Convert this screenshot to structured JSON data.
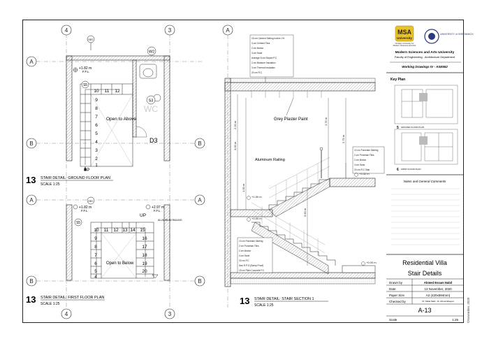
{
  "university": {
    "logo_text": "MSA",
    "logo_sub": "University",
    "logo_caption1": "October University for",
    "logo_caption2": "Modern Sciences and Arts",
    "partner": "UNIVERSITY of GREENWICH",
    "name": "Modern Sciences and Arts University",
    "faculty": "Faculty of Engineering - Architecture Department",
    "course": "Working Drawings IV - ASE552"
  },
  "key_plan": {
    "title": "Key Plan",
    "label_5": "5",
    "label_6": "6",
    "caption_5": "GROUND FLOOR PLAN",
    "caption_6": "FIRST FLOOR PLAN"
  },
  "notes_title": "Notes and General Comments",
  "project": {
    "name": "Residential Villa",
    "sheet_title": "Stair Details",
    "drawn_by_label": "Drawn by",
    "drawn_by": "Ahmed Essam Nabil",
    "date_label": "Date",
    "date": "13 November, 2020",
    "paper_label": "Paper Size",
    "paper": "A2 (420x594mm)",
    "checked_label": "Checked by",
    "checked": "Dr. Nahla Nabil - Dr. Ahmed Elsayed",
    "sheet_no": "A-13",
    "scale_label": "Scale",
    "scale": "1:25",
    "copyright": "©November, 2020"
  },
  "grid": {
    "g4": "4",
    "g3": "3",
    "gA": "A",
    "gB": "B"
  },
  "ground_plan": {
    "number": "13",
    "title": "STAIR DETAIL: GROUND FLOOR PLAN",
    "scale": "SCALE 1:25",
    "level": "+1.82 m",
    "ffl": "F.F.L",
    "section_tag": "S5",
    "open": "Open to Above",
    "up": "UP",
    "wc": "WC",
    "window": "W2",
    "s3": "S3",
    "door": "D3",
    "steps_top": [
      "10",
      "11",
      "12"
    ],
    "steps_side": [
      "9",
      "8",
      "7",
      "6",
      "5",
      "4",
      "3",
      "2",
      "1"
    ]
  },
  "first_plan": {
    "number": "13",
    "title": "STAIR DETAIL: FIRST FLOOR PLAN",
    "scale": "SCALE 1:25",
    "level1": "+1.82 m",
    "level2": "+2.97 m",
    "ffl": "F.F.L",
    "section_tag": "S5",
    "up": "UP",
    "open": "Open to Below",
    "railing": "ALUMINIUM RAILING",
    "steps_top": [
      "10",
      "11",
      "12",
      "13",
      "14",
      "15"
    ],
    "steps_left": [
      "9",
      "8",
      "7",
      "6",
      "5",
      "4"
    ],
    "steps_right": [
      "16",
      "17",
      "18",
      "19",
      "20"
    ]
  },
  "section": {
    "number": "13",
    "title": "STAIR DETAIL: STAIR SECTION 1",
    "scale": "SCALE 1:25",
    "grey_plaster": "Grey Plaster Paint",
    "railing": "Aluminum Railing",
    "roof_layers": [
      "15 cm Cement Setting Incline 1%",
      "3 cm Cement Tiles",
      "2 cm Mortar",
      "3 cm Sand",
      "Average 8 cm Sloped P.C",
      "2 cm Moisture Insulation",
      "3 cm Thermal Insulation",
      "20 cm R.C"
    ],
    "landing_layers": [
      "10 cm Porcelain Skirting",
      "2 cm Porcelain Tiles",
      "2 cm Mortar",
      "3 cm Sand",
      "20 cm R.C Slab"
    ],
    "stair_layers": [
      "10 cm Porcelain Skirting",
      "2 cm Porcelain Tiles",
      "2 cm Mortar",
      "3 cm Sand",
      "20 cm P.C",
      "5cm R.P.G (Damp Proof)",
      "15 cm Plain Concrete P.C"
    ],
    "lvl_top": "+3.32 m",
    "lvl_mid": "+1.50 m",
    "lvl_low": "+0.50 m",
    "lvl_ground": "+0.00 m",
    "dims": [
      "3.00 m",
      "1.00 m",
      "2.20 m",
      "1.75 m",
      "2.75 m",
      "0.60 m"
    ]
  },
  "colors": {
    "line": "#1a1a1a",
    "hatch": "#8a8a8a",
    "light": "#d8d8d8"
  }
}
